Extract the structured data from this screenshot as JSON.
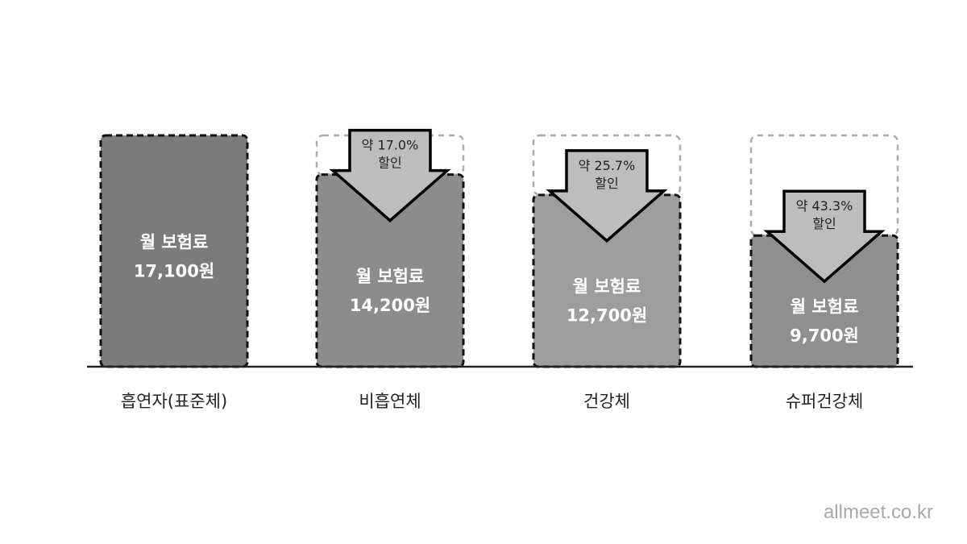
{
  "chart_data": {
    "type": "bar",
    "categories": [
      "흡연자(표준체)",
      "비흡연체",
      "건강체",
      "슈퍼건강체"
    ],
    "values": [
      17100,
      14200,
      12700,
      9700
    ],
    "bar_label": "월 보험료",
    "value_labels": [
      "17,100원",
      "14,200원",
      "12,700원",
      "9,700원"
    ],
    "discounts": [
      null,
      {
        "prefix": "약 17.0%",
        "suffix": "할인"
      },
      {
        "prefix": "약 25.7%",
        "suffix": "할인"
      },
      {
        "prefix": "약 43.3%",
        "suffix": "할인"
      }
    ],
    "bar_colors": [
      "#7b7b7b",
      "#8c8c8c",
      "#9d9d9d",
      "#8f8f8f"
    ],
    "arrow_color": "#bdbdbd",
    "ylim": [
      0,
      17100
    ],
    "title": "",
    "xlabel": "",
    "ylabel": ""
  },
  "watermark": "allmeet.co.kr"
}
